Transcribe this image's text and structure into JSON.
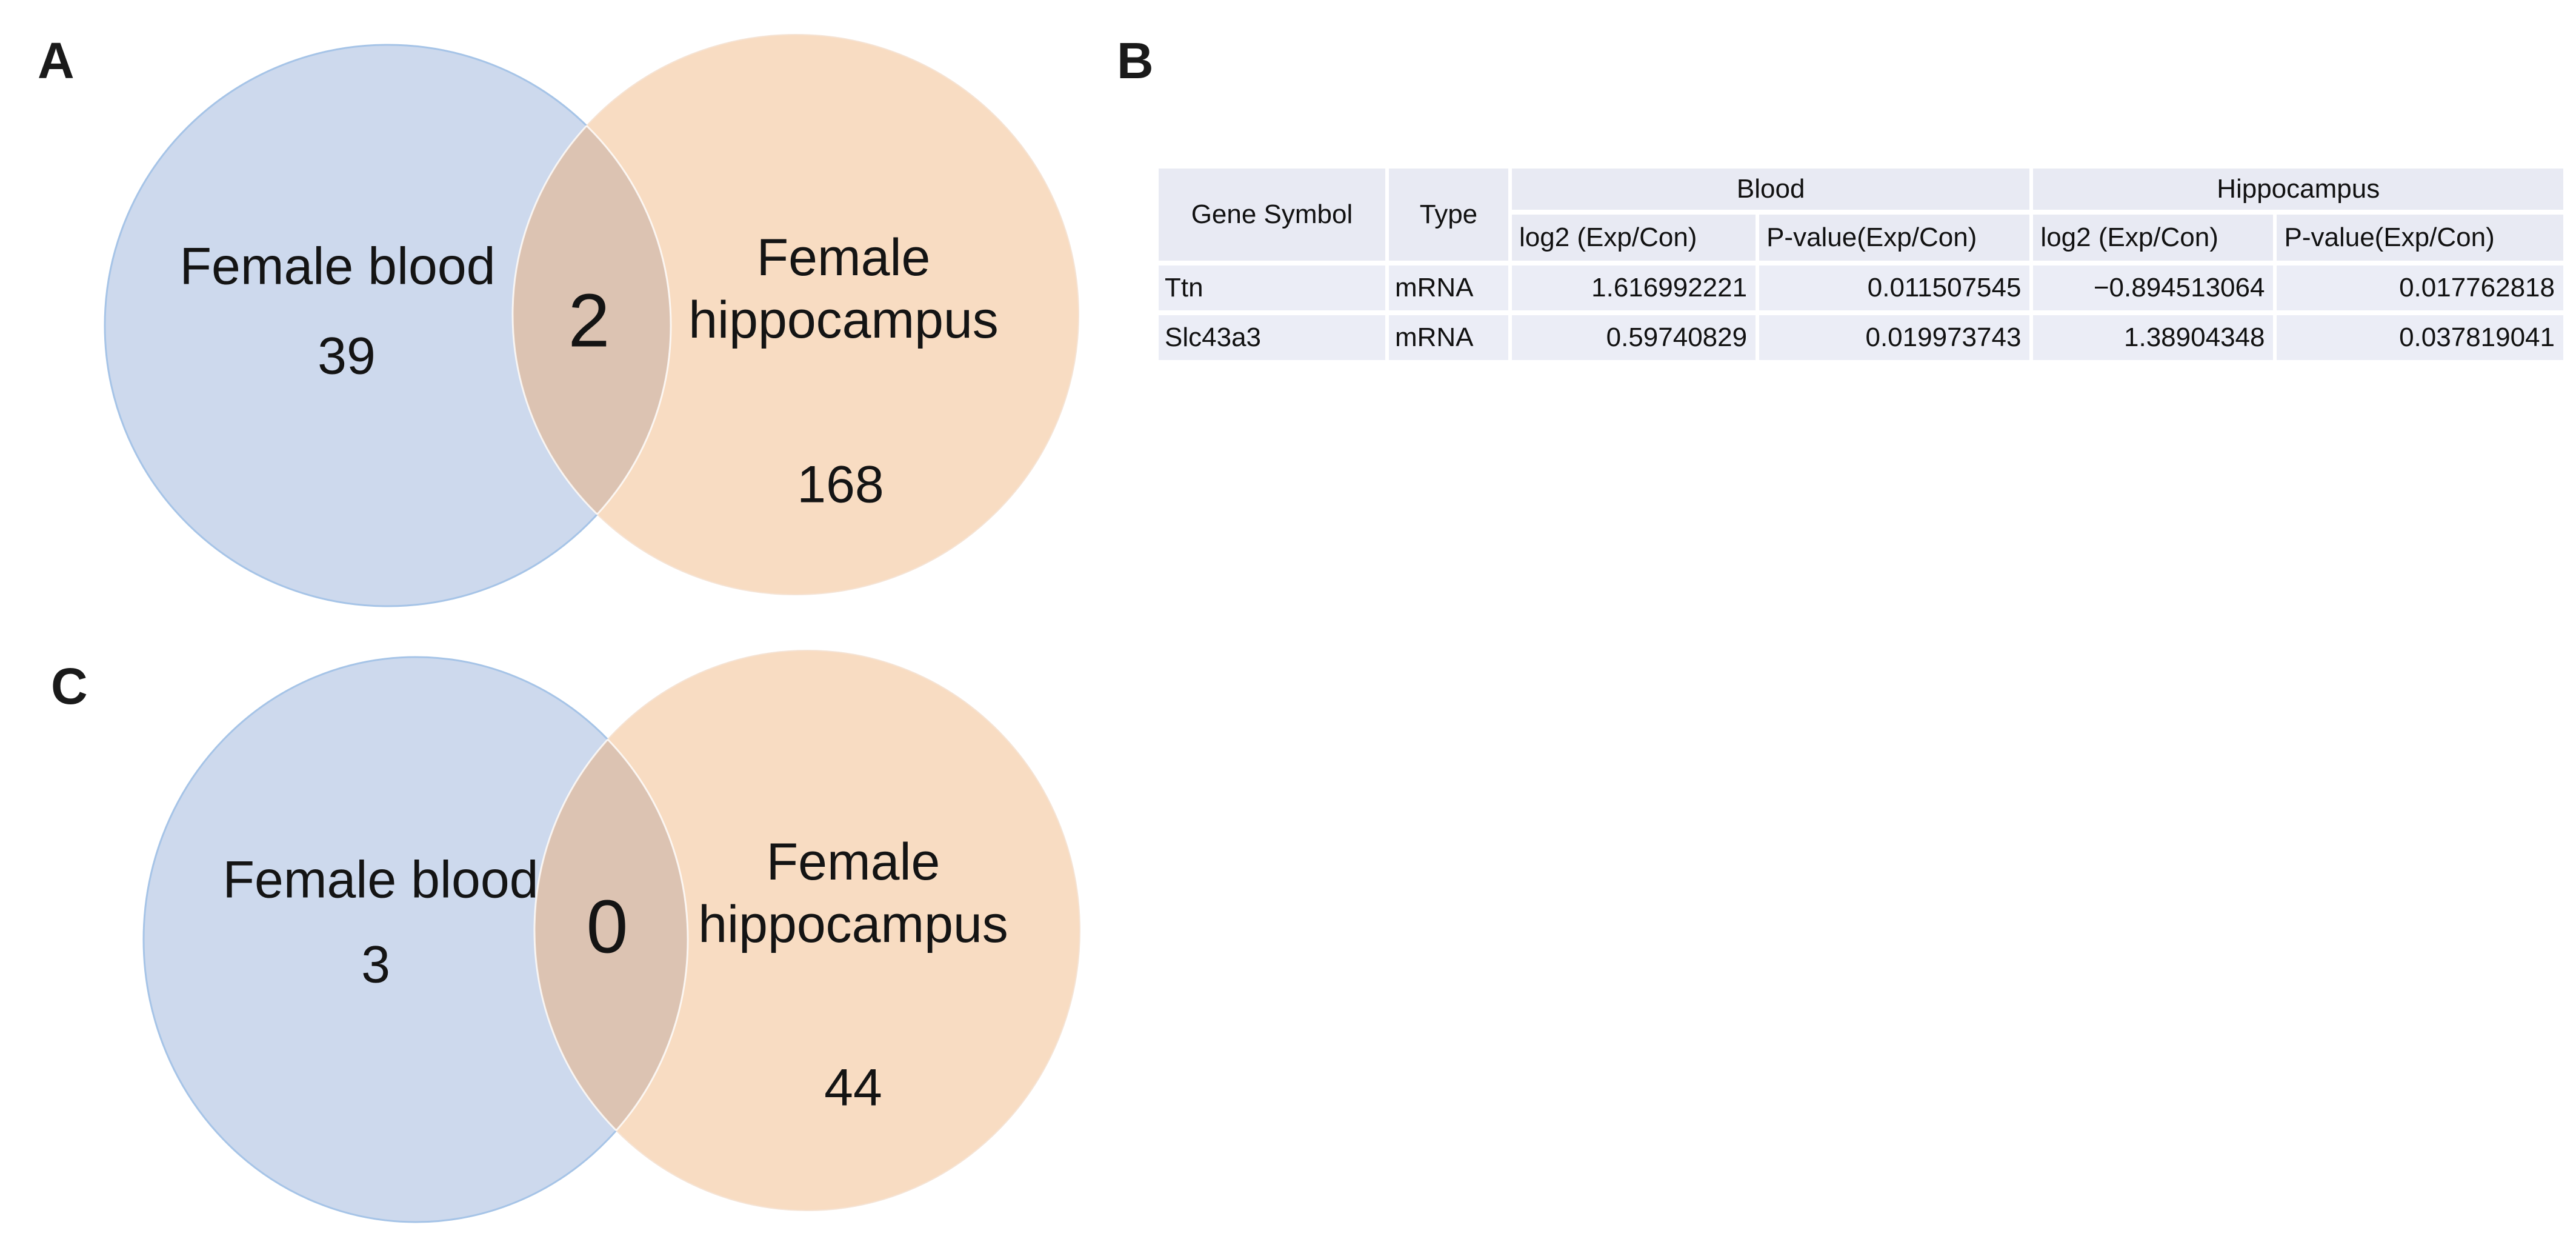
{
  "colors": {
    "blue_fill": "#cdd9ed",
    "blue_stroke": "#a6c4e7",
    "orange_fill": "#f8dcc2",
    "orange_stroke": "#f5e3d4",
    "overlap_fill": "#dcc3b2",
    "table_header_bg": "#e8eaf3",
    "table_row_bg": "#ebedf6"
  },
  "panels": {
    "a": {
      "label": "A",
      "venn": {
        "left_label": "Female blood",
        "left_count": "39",
        "overlap_count": "2",
        "right_label_line1": "Female",
        "right_label_line2": "hippocampus",
        "right_count": "168"
      }
    },
    "b": {
      "label": "B",
      "table": {
        "headers": {
          "gene_symbol": "Gene Symbol",
          "type": "Type",
          "blood": "Blood",
          "hippocampus": "Hippocampus",
          "blood_log2": "log2 (Exp/Con)",
          "blood_pvalue": "P-value(Exp/Con)",
          "hippo_log2": "log2 (Exp/Con)",
          "hippo_pvalue": "P-value(Exp/Con)"
        },
        "rows": [
          {
            "cells": [
              "Ttn",
              "mRNA",
              "1.616992221",
              "0.011507545",
              "−0.894513064",
              "0.017762818"
            ]
          },
          {
            "cells": [
              "Slc43a3",
              "mRNA",
              "0.59740829",
              "0.019973743",
              "1.38904348",
              "0.037819041"
            ]
          }
        ]
      }
    },
    "c": {
      "label": "C",
      "venn": {
        "left_label": "Female blood",
        "left_count": "3",
        "overlap_count": "0",
        "right_label_line1": "Female",
        "right_label_line2": "hippocampus",
        "right_count": "44"
      }
    }
  },
  "chart_data": [
    {
      "type": "venn",
      "panel": "A",
      "sets": [
        {
          "label": "Female blood",
          "unique_count": 39
        },
        {
          "label": "Female hippocampus",
          "unique_count": 168
        }
      ],
      "overlap_count": 2
    },
    {
      "type": "table",
      "panel": "B",
      "column_groups": [
        "",
        "",
        "Blood",
        "Blood",
        "Hippocampus",
        "Hippocampus"
      ],
      "columns": [
        "Gene Symbol",
        "Type",
        "log2 (Exp/Con)",
        "P-value(Exp/Con)",
        "log2 (Exp/Con)",
        "P-value(Exp/Con)"
      ],
      "rows": [
        [
          "Ttn",
          "mRNA",
          1.616992221,
          0.011507545,
          -0.894513064,
          0.017762818
        ],
        [
          "Slc43a3",
          "mRNA",
          0.59740829,
          0.019973743,
          1.38904348,
          0.037819041
        ]
      ]
    },
    {
      "type": "venn",
      "panel": "C",
      "sets": [
        {
          "label": "Female blood",
          "unique_count": 3
        },
        {
          "label": "Female hippocampus",
          "unique_count": 44
        }
      ],
      "overlap_count": 0
    }
  ]
}
